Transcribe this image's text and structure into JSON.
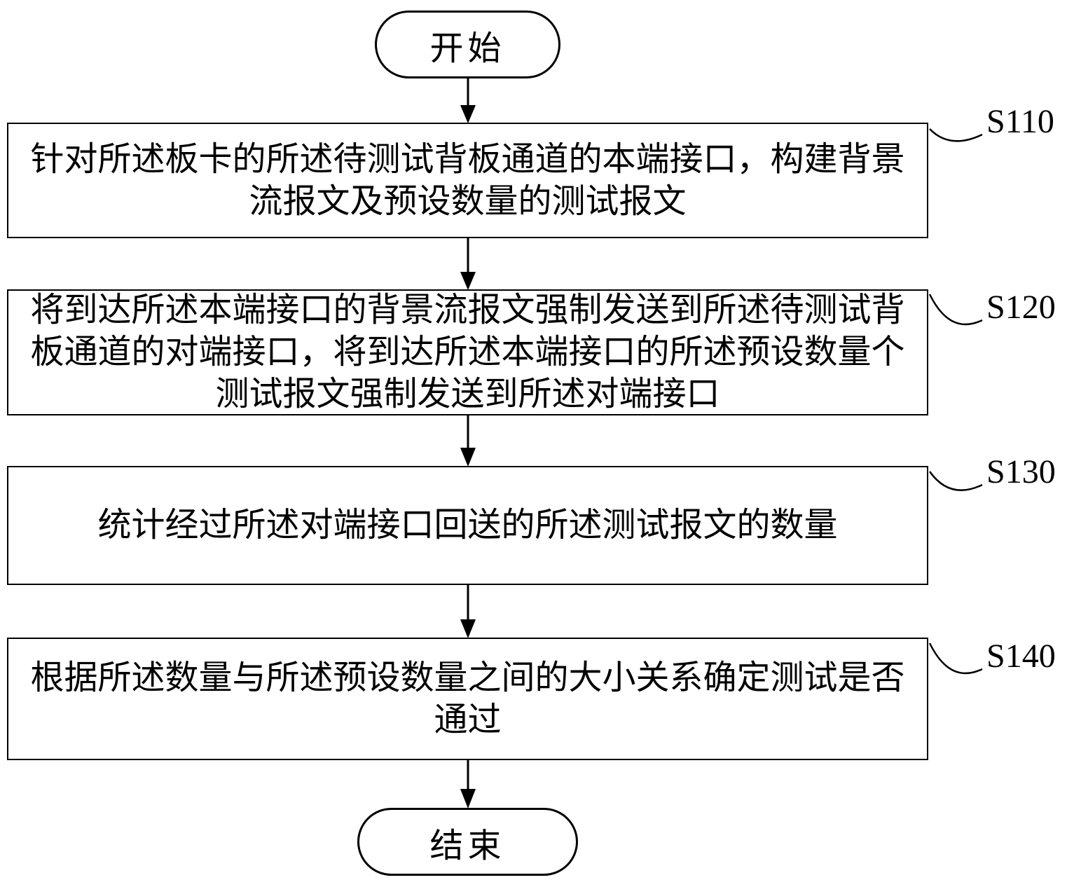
{
  "flowchart": {
    "start_label": "开始",
    "end_label": "结束",
    "steps": [
      {
        "tag": "S110",
        "text": "针对所述板卡的所述待测试背板通道的本端接口，构建背景流报文及预设数量的测试报文"
      },
      {
        "tag": "S120",
        "text": "将到达所述本端接口的背景流报文强制发送到所述待测试背板通道的对端接口，将到达所述本端接口的所述预设数量个测试报文强制发送到所述对端接口"
      },
      {
        "tag": "S130",
        "text": "统计经过所述对端接口回送的所述测试报文的数量"
      },
      {
        "tag": "S140",
        "text": "根据所述数量与所述预设数量之间的大小关系确定测试是否通过"
      }
    ],
    "colors": {
      "line": "#000000",
      "background": "#ffffff"
    }
  }
}
